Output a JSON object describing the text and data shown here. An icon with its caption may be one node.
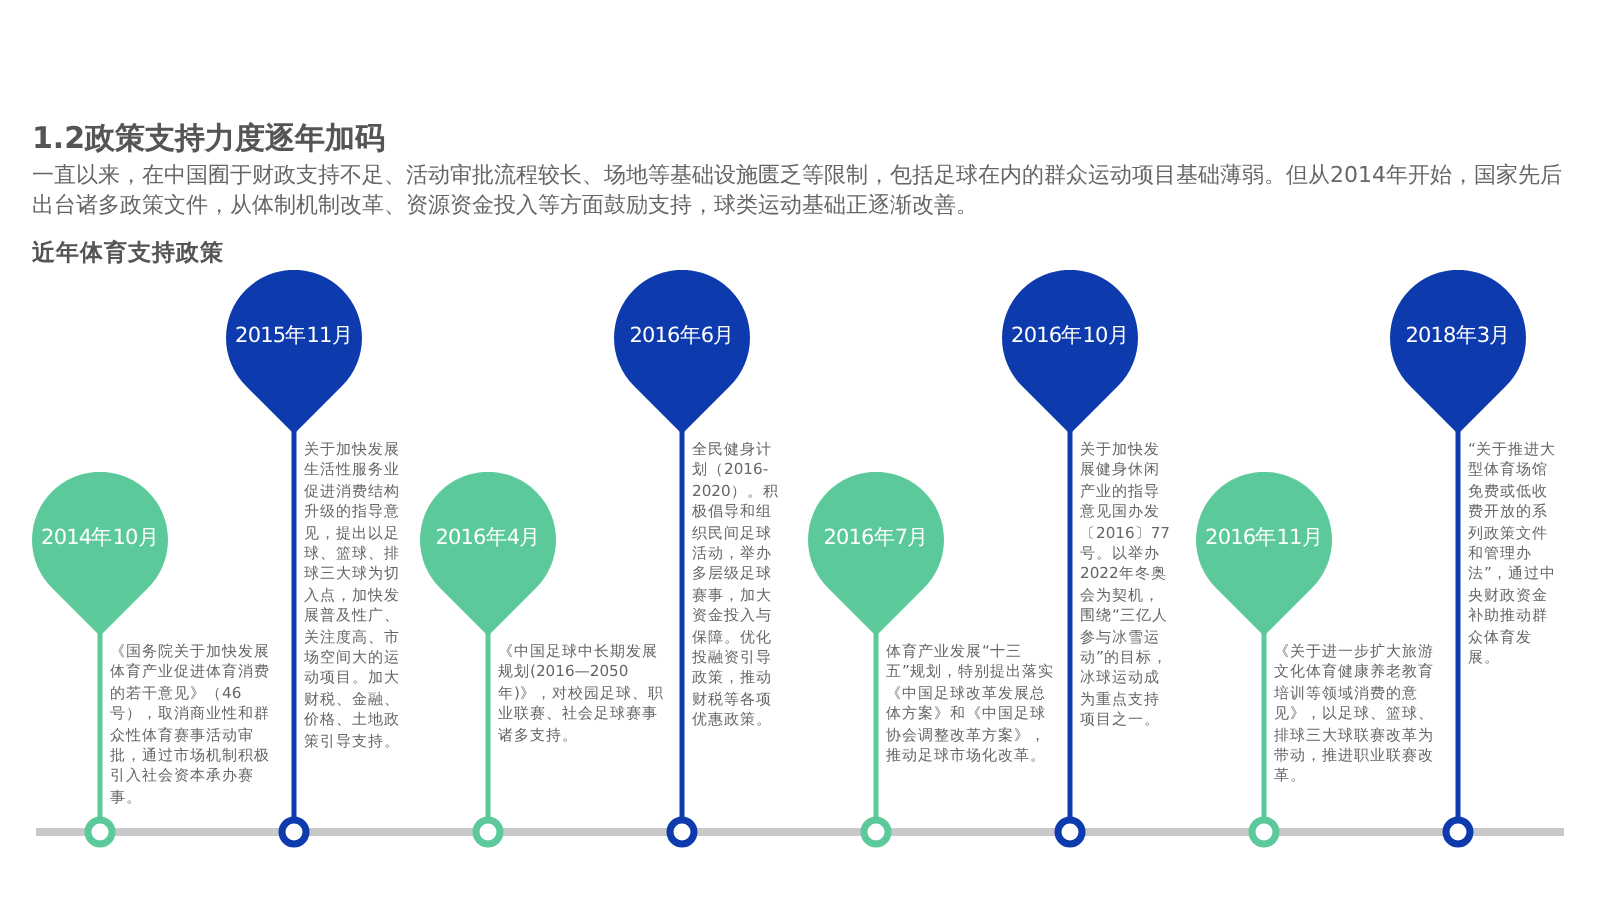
{
  "diagram": {
    "title": "1.2政策支持力度逐年加码",
    "nodes": [
      {
        "text": [
          "2014年10月"
        ],
        "beside": [
          "《国务院关于加快发展体育产业促进体育消费的若干意见》（46号），取消商业性和群众性体育赛事活动审批，通过市场机制积极引入社会资本承办赛事。"
        ]
      },
      {
        "text": [
          "2015年11月"
        ],
        "beside": [
          "关于加快发展生活性服务业促进消费结构升级的指导意见，提出以足球、篮球、排球三大球为切入点，加快发展普及性广、关注度高、市场空间大的运动项目。加大财税、金融、价格、土地政策引导支持。"
        ]
      },
      {
        "text": [
          "2016年4月"
        ],
        "beside": [
          "《中国足球中长期发展规划(2016—2050年)》，对校园足球、职业联赛、社会足球赛事诸多支持。"
        ]
      },
      {
        "text": [
          "2016年6月"
        ],
        "beside": [
          "全民健身计划（2016-2020）。积极倡导和组织民间足球活动，举办多层级足球赛事，加大资金投入与保障。优化投融资引导政策，推动财税等各项优惠政策。"
        ]
      },
      {
        "text": [
          "2016年7月"
        ],
        "beside": [
          "体育产业发展“十三五”规划，特别提出落实《中国足球改革发展总体方案》和《中国足球协会调整改革方案》，推动足球市场化改革。"
        ]
      },
      {
        "text": [
          "2016年10月"
        ],
        "beside": [
          "关于加快发展健身休闲产业的指导意见国办发〔2016〕77号。以举办2022年冬奥会为契机，围绕“三亿人参与冰雪运动”的目标，冰球运动成为重点支持项目之一。"
        ]
      },
      {
        "text": [
          "2016年11月"
        ],
        "beside": [
          "《关于进一步扩大旅游文化体育健康养老教育培训等领域消费的意见》，以足球、篮球、排球三大球联赛改革为带动，推进职业联赛改革。"
        ]
      },
      {
        "text": [
          "2018年3月"
        ],
        "beside": [
          "“关于推进大型体育场馆免费或低收费开放的系列政策文件和管理办法”，通过中央财政资金补助推动群众体育发展。"
        ]
      }
    ],
    "labels": [
      "一直以来，在中国囿于财政支持不足、活动审批流程较长、场地等基础设施匮乏等限制，包括足球在内的群众运动项目基础薄弱。但从2014年开始，国家先后出台诸多政策文件，从体制机制改革、资源资金投入等方面鼓励支持，球类运动基础正逐渐改善。",
      "近年体育支持政策"
    ]
  }
}
